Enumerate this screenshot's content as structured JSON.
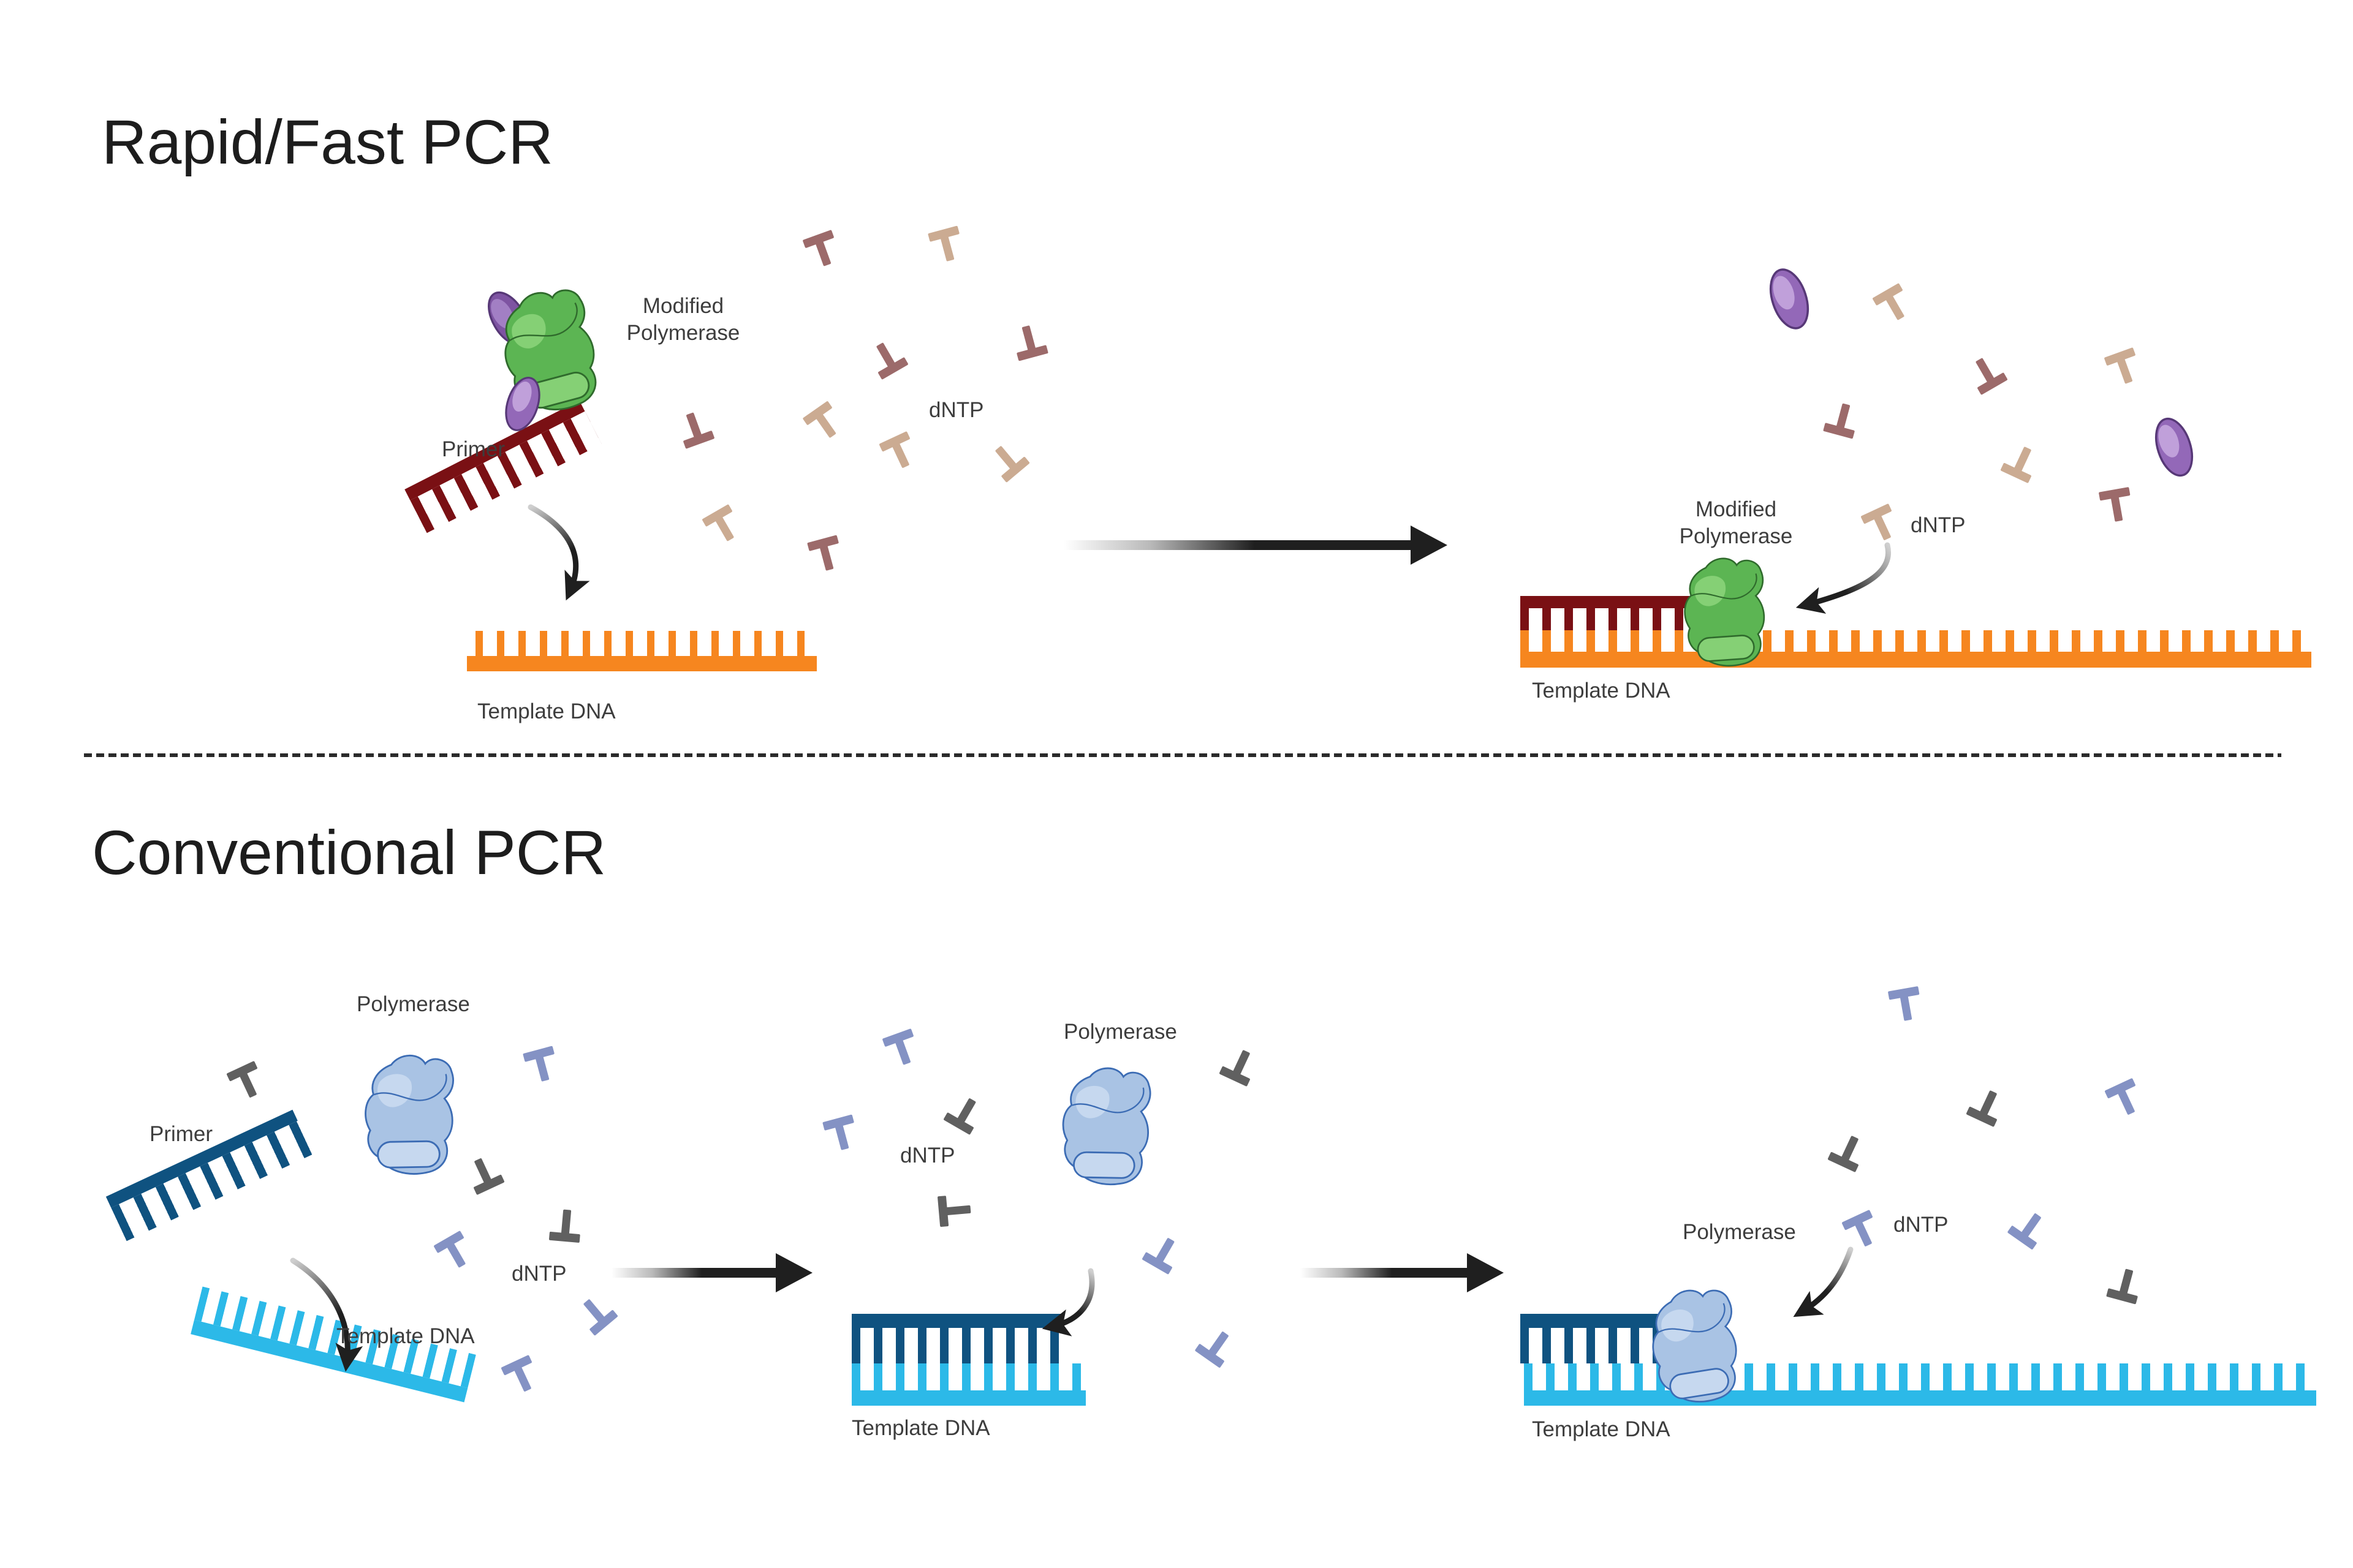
{
  "sections": {
    "rapid": {
      "title": "Rapid/Fast PCR"
    },
    "conventional": {
      "title": "Conventional PCR"
    }
  },
  "labels": {
    "modified": "Modified",
    "polymerase": "Polymerase",
    "primer": "Primer",
    "dntp": "dNTP",
    "template_dna": "Template DNA"
  },
  "icons": {
    "dntp-icon": "T-shaped nucleotide",
    "modified-polymerase-icon": "green polymerase enzyme blob",
    "polymerase-icon": "blue polymerase enzyme blob",
    "modification-subunit-icon": "purple oval subunit",
    "primer-strand": "comb-shaped primer DNA strand",
    "template-dna-strand": "comb-shaped template DNA strand",
    "transition-arrow": "gradient straight right arrow",
    "annealing-arrow": "curved gradient arrow"
  },
  "colors": {
    "bg": "#ffffff",
    "title-ink": "#1d1d1d",
    "label-ink": "#3d3d3d",
    "green-main": "#5cb553",
    "green-light": "#85d075",
    "green-line": "#2f6a2c",
    "blue-main": "#a9c3e4",
    "blue-light": "#c6d8ef",
    "blue-line": "#3c6cb4",
    "purple-main": "#9368b8",
    "purple-light": "#c0a0da",
    "purple-line": "#573877",
    "maroon": "#7a1014",
    "orange": "#f6861f",
    "navy": "#0f5280",
    "cyan": "#2cb9e8",
    "t-gray": "#606060",
    "t-slate": "#8492c4",
    "t-tan": "#cbab92",
    "t-mauve": "#9c6a6a",
    "arrow-dark": "#1f1f1f",
    "arrow-light": "#c9c9c9",
    "divider": "#2b2b2b"
  }
}
